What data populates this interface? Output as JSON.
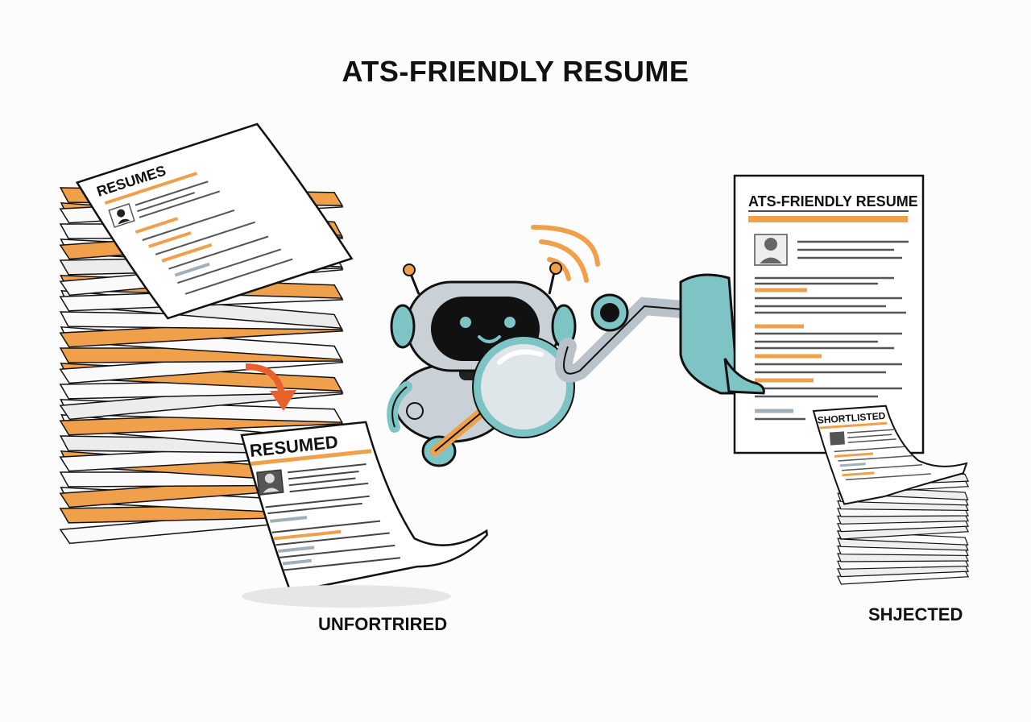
{
  "title": "ATS-FRIENDLY RESUME",
  "left_stack": {
    "top_sheet_label": "RESUMES"
  },
  "rejected_sheet": {
    "label": "RESUMED"
  },
  "left_caption": "UNFORTRIRED",
  "approved_resume": {
    "header": "ATS-FRIENDLY RESUME"
  },
  "small_sheet": {
    "label": "SHORTLISTED"
  },
  "right_caption": "SHJECTED",
  "colors": {
    "accent_orange": "#f0a04b",
    "robot_teal": "#7ec4c4",
    "robot_grey": "#c9d1d6",
    "ink": "#111111"
  },
  "icons": [
    "robot-icon",
    "magnifying-glass-icon",
    "wifi-signal-icon",
    "avatar-icon",
    "curved-arrow-icon"
  ]
}
